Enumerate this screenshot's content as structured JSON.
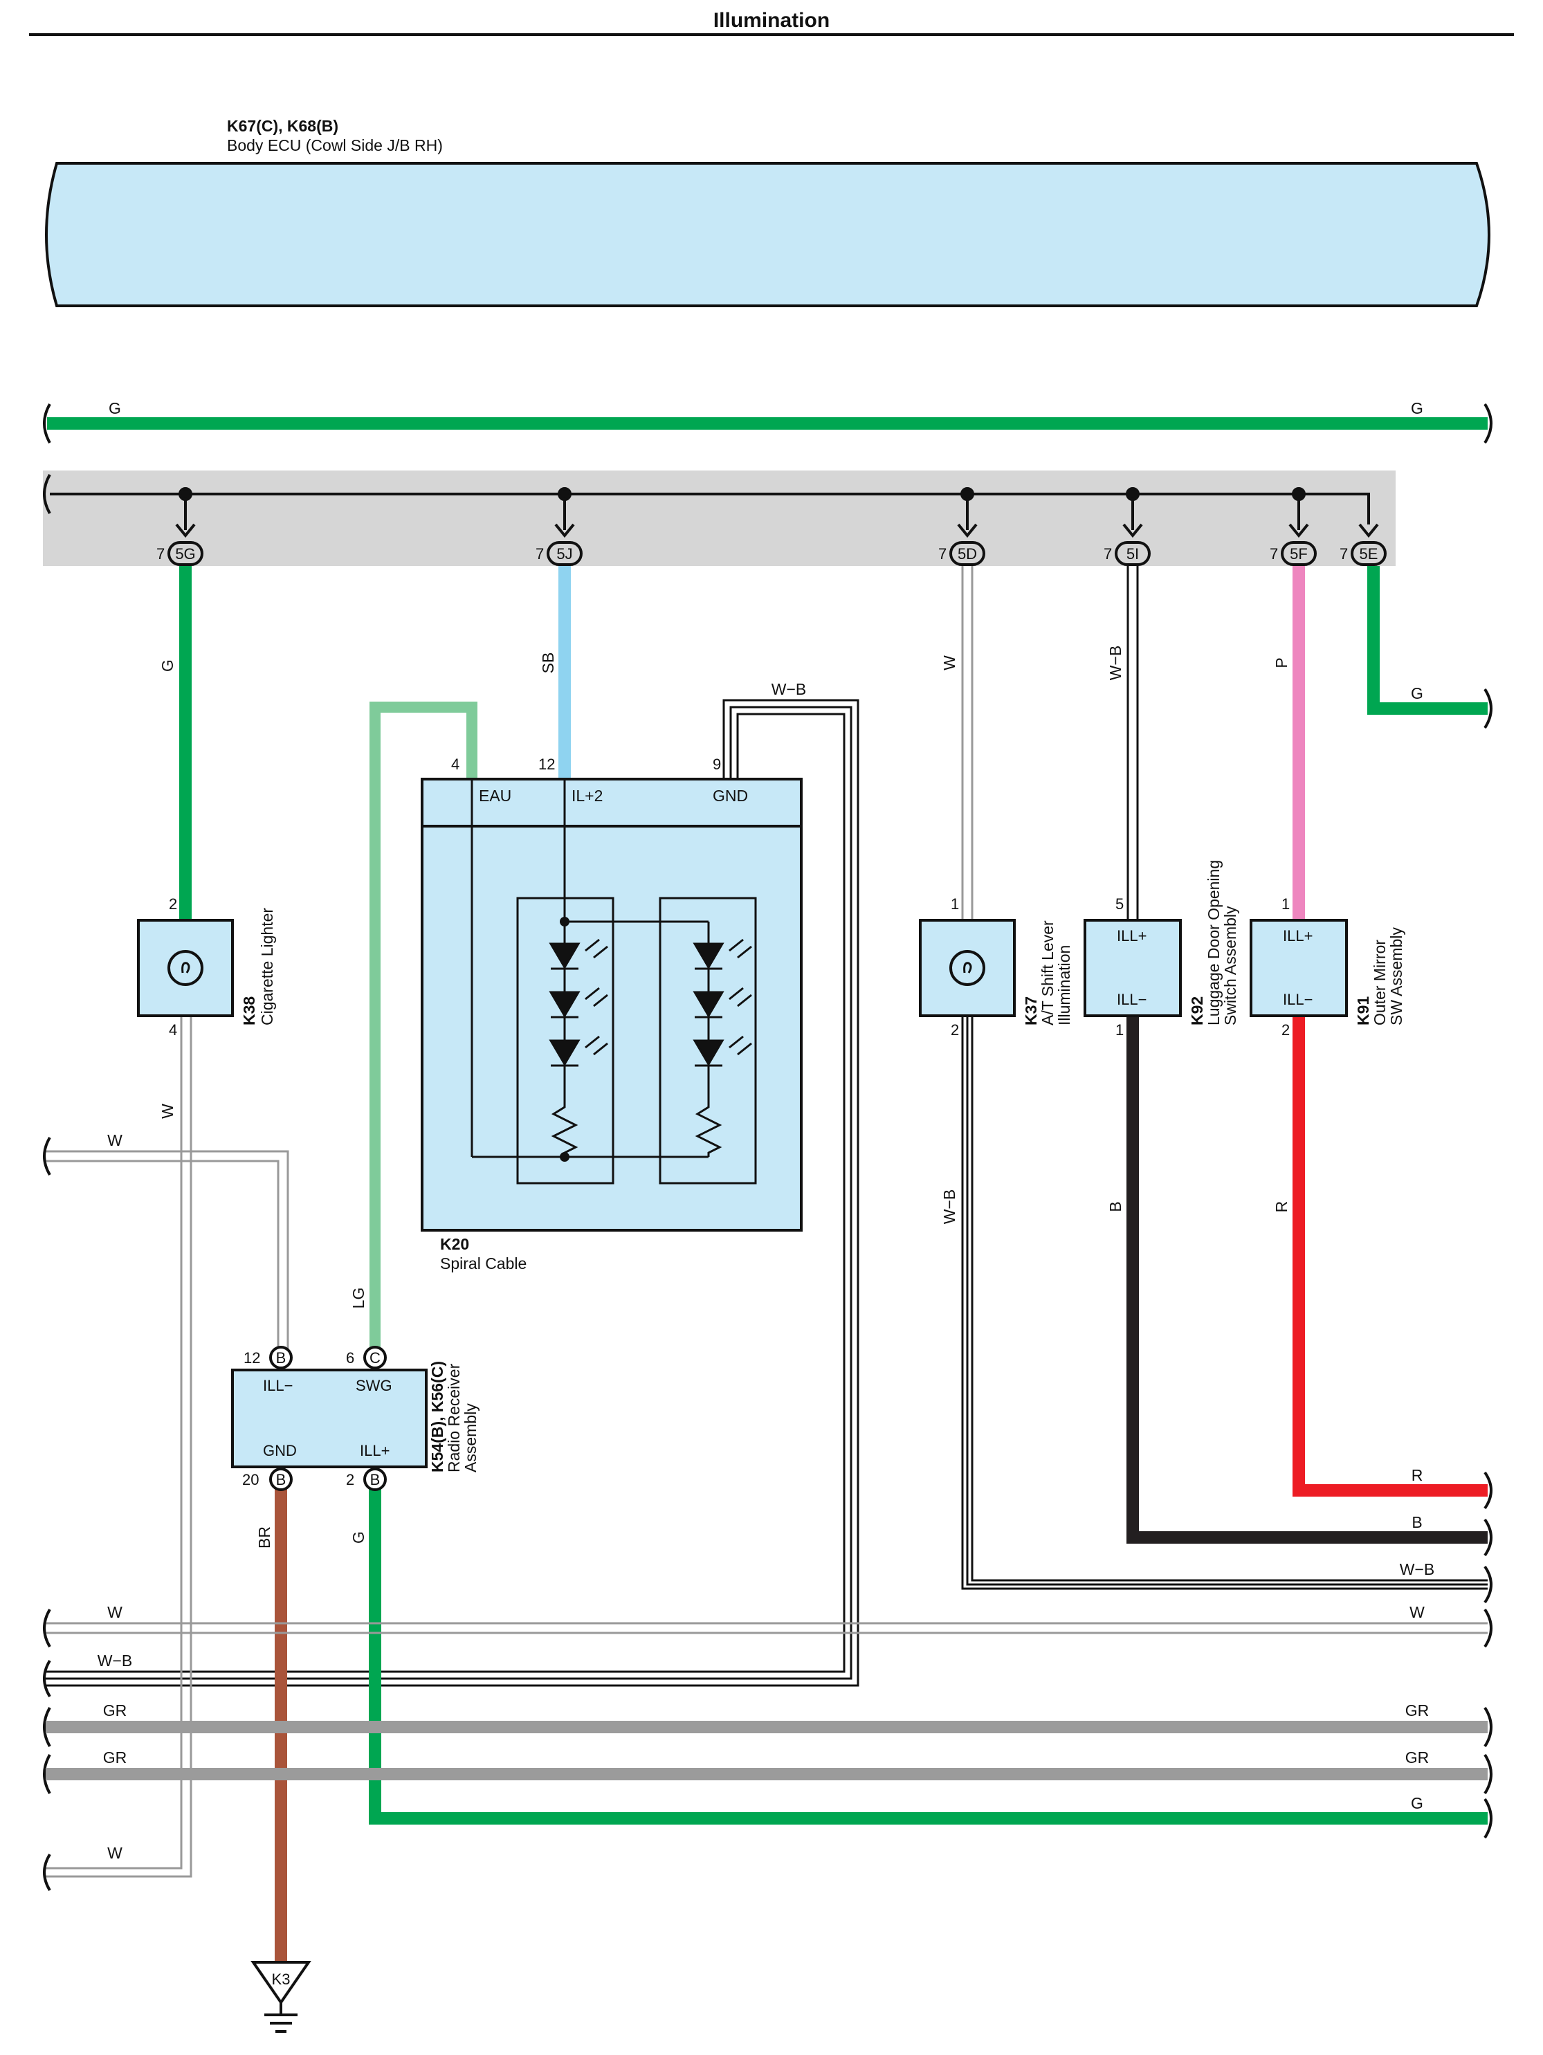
{
  "title": "Illumination",
  "colors": {
    "green": "#00a651",
    "lightgreen": "#7fcb9a",
    "skyblue": "#8fd3f0",
    "pink": "#ee86bf",
    "red": "#ed1c24",
    "black": "#231f20",
    "brown": "#a9543a",
    "gray": "#9b9b9b",
    "white_wire": "#f4f4f4",
    "component_fill": "#c7e8f7",
    "junction_bar": "#d6d6d6"
  },
  "ecu": {
    "connectors": "K67(C), K68(B)",
    "name": "Body ECU (Cowl Side J/B RH)"
  },
  "bus_connectors": [
    {
      "pin": "7",
      "id": "5G"
    },
    {
      "pin": "7",
      "id": "5J"
    },
    {
      "pin": "7",
      "id": "5D"
    },
    {
      "pin": "7",
      "id": "5I"
    },
    {
      "pin": "7",
      "id": "5F"
    },
    {
      "pin": "7",
      "id": "5E"
    }
  ],
  "components": {
    "k38": {
      "code": "K38",
      "name": "Cigarette Lighter",
      "pin_top": "2",
      "pin_bottom": "4"
    },
    "k20": {
      "code": "K20",
      "name": "Spiral Cable",
      "pins": [
        "4",
        "12",
        "9"
      ],
      "terminals": [
        "EAU",
        "IL+2",
        "GND"
      ]
    },
    "k37": {
      "code": "K37",
      "name_line1": "A/T Shift Lever",
      "name_line2": "Illumination",
      "pin_top": "1",
      "pin_bottom": "2"
    },
    "k92": {
      "code": "K92",
      "name_line1": "Luggage Door Opening",
      "name_line2": "Switch Assembly",
      "pin_top": "5",
      "pin_bottom": "1",
      "term_top": "ILL+",
      "term_bottom": "ILL−"
    },
    "k91": {
      "code": "K91",
      "name_line1": "Outer Mirror",
      "name_line2": "SW Assembly",
      "pin_top": "1",
      "pin_bottom": "2",
      "term_top": "ILL+",
      "term_bottom": "ILL−"
    },
    "k54": {
      "code": "K54(B), K56(C)",
      "name_line1": "Radio Receiver",
      "name_line2": "Assembly",
      "pins": [
        "12",
        "6",
        "20",
        "2"
      ],
      "conn": [
        "B",
        "C",
        "B",
        "B"
      ],
      "terminals": [
        "ILL−",
        "SWG",
        "GND",
        "ILL+"
      ]
    },
    "ground": {
      "code": "K3"
    }
  },
  "wires": {
    "top_g_left": "G",
    "top_g_right": "G",
    "g_5g": "G",
    "sb_5j": "SB",
    "w_5d": "W",
    "wb_5i": "W−B",
    "p_5f": "P",
    "g_5e": "G",
    "wb_k20": "W−B",
    "w_k38": "W",
    "w_left": "W",
    "lg": "LG",
    "br": "BR",
    "g_radio": "G",
    "wb_k37": "W−B",
    "b_k92": "B",
    "r_k91": "R",
    "right_r": "R",
    "right_b": "B",
    "right_wb": "W−B",
    "bus_w_left": "W",
    "bus_w_right": "W",
    "bus_wb": "W−B",
    "bus_gr1_left": "GR",
    "bus_gr1_right": "GR",
    "bus_gr2_left": "GR",
    "bus_gr2_right": "GR",
    "bottom_g": "G",
    "bottom_w": "W"
  }
}
